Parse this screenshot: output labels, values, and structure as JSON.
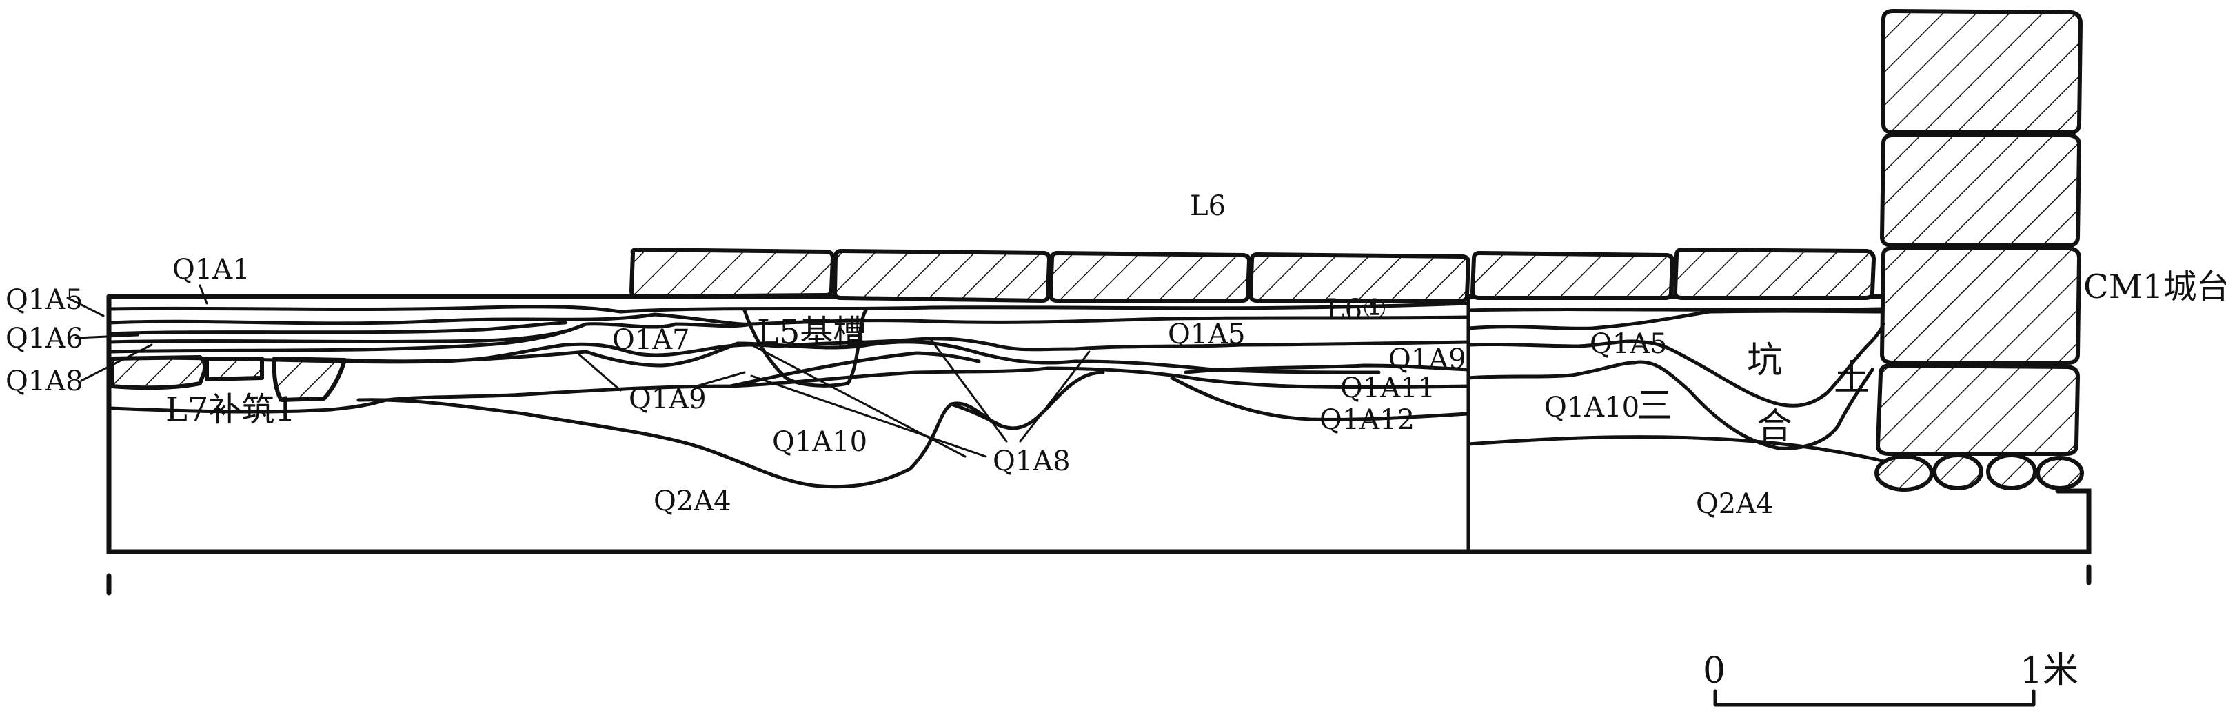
{
  "figure": {
    "caption_labels": {
      "l6": "L6",
      "l6_1": "L6①",
      "cm1": "CM1城台",
      "q1a1": "Q1A1",
      "q1a5_left": "Q1A5",
      "q1a6": "Q1A6",
      "q1a8_left": "Q1A8",
      "q1a7": "Q1A7",
      "l5_jicao": "L5基槽",
      "q1a5_mid": "Q1A5",
      "q1a9_mid": "Q1A9",
      "q1a9_right": "Q1A9",
      "q1a11": "Q1A11",
      "q1a12": "Q1A12",
      "l7_buzhu": "L7补筑1",
      "q1a10_mid": "Q1A10",
      "q1a8_mid": "Q1A8",
      "q2a4_left": "Q2A4",
      "q1a5_right": "Q1A5",
      "q1a10_right": "Q1A10",
      "q2a4_right": "Q2A4"
    },
    "pit_text": {
      "keng": "坑",
      "tu": "土",
      "san": "三",
      "he": "合"
    },
    "scale": {
      "zero": "0",
      "one_meter": "1米"
    }
  }
}
